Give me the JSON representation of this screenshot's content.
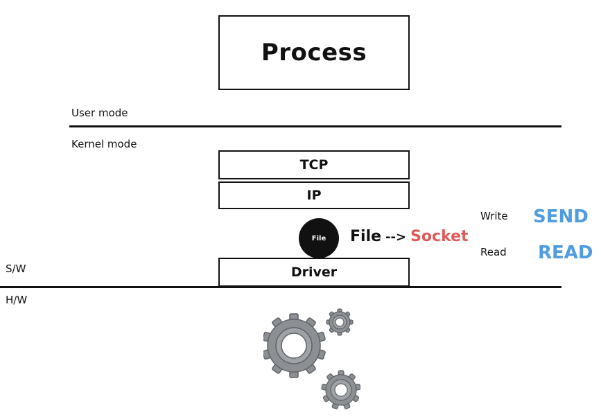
{
  "process": {
    "label": "Process"
  },
  "modes": {
    "user": "User mode",
    "kernel": "Kernel mode"
  },
  "layers": {
    "tcp": "TCP",
    "ip": "IP",
    "driver": "Driver"
  },
  "boundary": {
    "sw": "S/W",
    "hw": "H/W"
  },
  "file_icon": {
    "label": "File"
  },
  "mapping": {
    "from": "File",
    "arrow": "-->",
    "to": "Socket"
  },
  "operations": {
    "write": "Write",
    "write_call": "SEND",
    "read": "Read",
    "read_call": "READ"
  },
  "colors": {
    "socket": "#e05a5a",
    "calls": "#4f9ce0",
    "gears": "#8c8f94"
  },
  "icons": {
    "hardware": "gears-icon"
  }
}
